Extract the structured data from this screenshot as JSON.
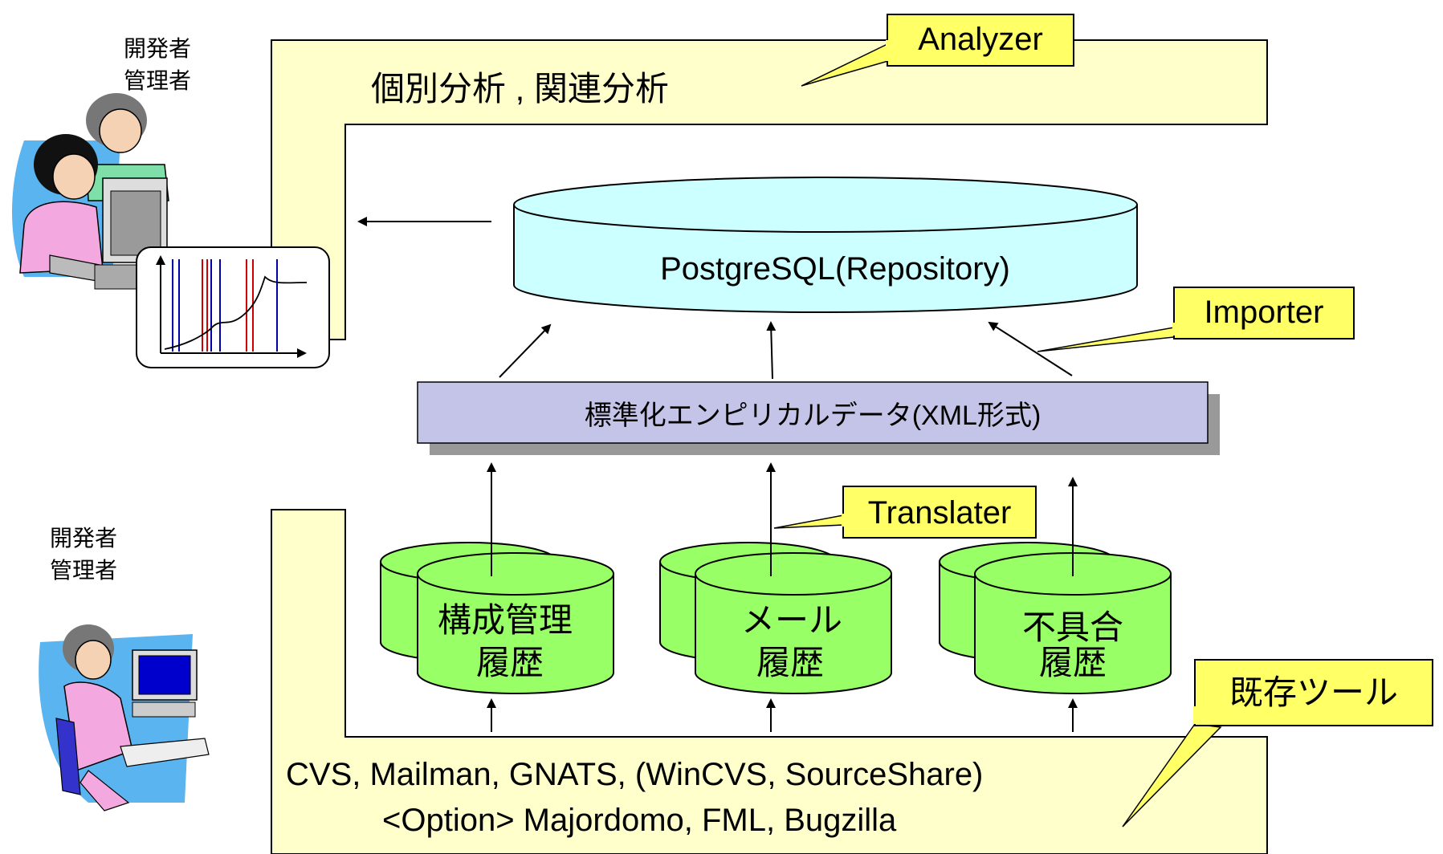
{
  "analyzer": {
    "callout": "Analyzer",
    "description": "個別分析 , 関連分析"
  },
  "repository": {
    "label": "PostgreSQL(Repository)"
  },
  "importer": {
    "callout": "Importer"
  },
  "standard_data": {
    "label": "標準化エンピリカルデータ(XML形式)"
  },
  "translater": {
    "callout": "Translater"
  },
  "histories": [
    {
      "line1": "構成管理",
      "line2": "履歴"
    },
    {
      "line1": "メール",
      "line2": "履歴"
    },
    {
      "line1": "不具合",
      "line2": "履歴"
    }
  ],
  "existing_tools": {
    "callout": "既存ツール",
    "line1": "CVS, Mailman, GNATS, (WinCVS, SourceShare)",
    "line2": "<Option> Majordomo, FML, Bugzilla"
  },
  "users": {
    "top": {
      "line1": "開発者",
      "line2": "管理者"
    },
    "bottom": {
      "line1": "開発者",
      "line2": "管理者"
    }
  },
  "colors": {
    "panel_yellow": "#ffffcc",
    "callout_yellow": "#ffff66",
    "repository_cyan": "#ccffff",
    "history_green": "#99ff66",
    "standard_lavender": "#c4c4e8",
    "shadow_gray": "#999999"
  }
}
